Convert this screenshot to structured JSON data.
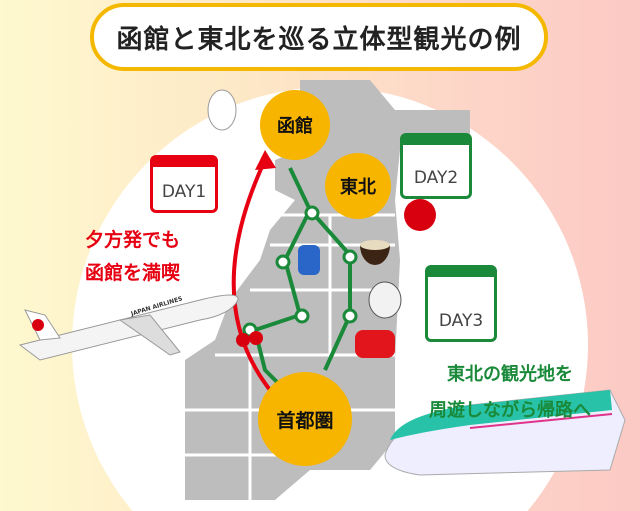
{
  "title": "函館と東北を巡る立体型観光の例",
  "nodes": {
    "hakodate": "函館",
    "tohoku": "東北",
    "shutoken": "首都圏"
  },
  "days": {
    "day1": "DAY1",
    "day2": "DAY2",
    "day3": "DAY3"
  },
  "left_caption": {
    "line1": "夕方発でも",
    "line2": "函館を満喫"
  },
  "right_caption": {
    "line1": "東北の観光地を",
    "line2": "周遊しながら帰路へ"
  },
  "airline_text": "JAPAN AIRLINES",
  "colors": {
    "red": "#e60012",
    "green": "#1a8a3a",
    "node": "#f7b500",
    "title_border": "#f5b800",
    "map": "#bdbdbd"
  }
}
